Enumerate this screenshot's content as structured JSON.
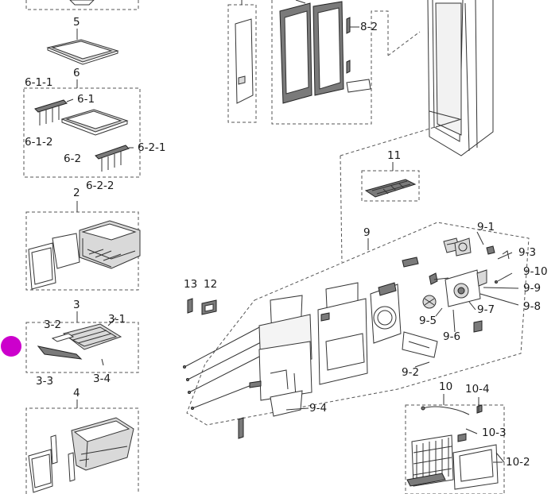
{
  "labels": {
    "l5": "5",
    "l6": "6",
    "l611": "6-1-1",
    "l61": "6-1",
    "l612": "6-1-2",
    "l62": "6-2",
    "l621": "6-2-1",
    "l622": "6-2-2",
    "l2": "2",
    "l3": "3",
    "l32": "3-2",
    "l31": "3-1",
    "l33": "3-3",
    "l34": "3-4",
    "l4": "4",
    "l82": "8-2",
    "l11": "11",
    "l9": "9",
    "l91": "9-1",
    "l93": "9-3",
    "l910": "9-10",
    "l99": "9-9",
    "l98": "9-8",
    "l97": "9-7",
    "l95": "9-5",
    "l96": "9-6",
    "l92": "9-2",
    "l94": "9-4",
    "l13": "13",
    "l12": "12",
    "l10": "10",
    "l104": "10-4",
    "l103": "10-3",
    "l102": "10-2"
  },
  "colors": {
    "marker": "#cc00cc",
    "line": "#333333"
  }
}
